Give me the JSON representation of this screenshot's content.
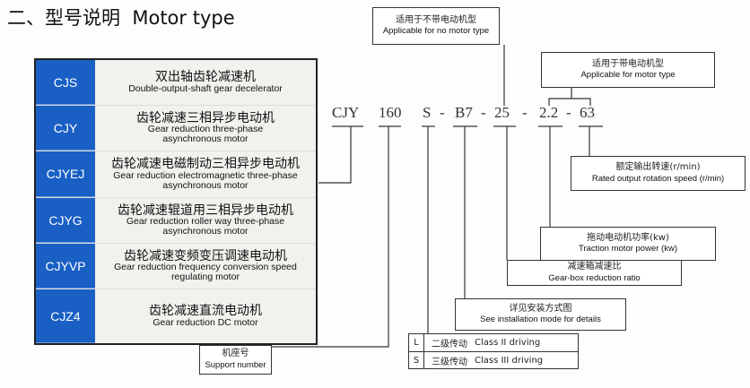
{
  "title": "二、型号说明  Motor type",
  "types": [
    {
      "code": "CJS",
      "zh": "双出轴齿轮减速机",
      "en": "Double-output-shaft gear decelerator"
    },
    {
      "code": "CJY",
      "zh": "齿轮减速三相异步电动机",
      "en": "Gear reduction three-phase asynchronous motor"
    },
    {
      "code": "CJYEJ",
      "zh": "齿轮减速电磁制动三相异步电动机",
      "en": "Gear reduction electromagnetic three-phase asynchronous motor"
    },
    {
      "code": "CJYG",
      "zh": "齿轮减速辊道用三相异步电动机",
      "en": "Gear reduction roller way three-phase asynchronous motor"
    },
    {
      "code": "CJYVP",
      "zh": "齿轮减速变频变压调速电动机",
      "en": "Gear reduction frequency conversion speed regulating motor"
    },
    {
      "code": "CJZ4",
      "zh": "齿轮减速直流电动机",
      "en": "Gear reduction DC motor"
    }
  ],
  "model": {
    "p1": "CJY",
    "p2": "160",
    "p3": "S",
    "p4": "B7",
    "p5": "25",
    "p6": "2.2",
    "p7": "63",
    "dash": "-"
  },
  "boxes": {
    "no_motor": {
      "zh": "适用于不带电动机型",
      "en": "Applicable for no motor type"
    },
    "motor": {
      "zh": "适用于带电动机型",
      "en": "Applicable for motor type"
    },
    "speed": {
      "zh": "额定输出转速(r/min)",
      "en": "Rated output rotation speed (r/min)"
    },
    "power": {
      "zh": "拖动电动机功率(kw)",
      "en": "Traction motor power (kw)"
    },
    "ratio": {
      "zh": "减速箱减速比",
      "en": "Gear-box reduction ratio"
    },
    "install": {
      "zh": "详见安装方式图",
      "en": "See installation mode for details"
    },
    "support": {
      "zh": "机座号",
      "en": "Support number"
    }
  },
  "driving": [
    {
      "key": "L",
      "zh": "二级传动",
      "en": "Class II driving"
    },
    {
      "key": "S",
      "zh": "三级传动",
      "en": "Class III driving"
    }
  ]
}
